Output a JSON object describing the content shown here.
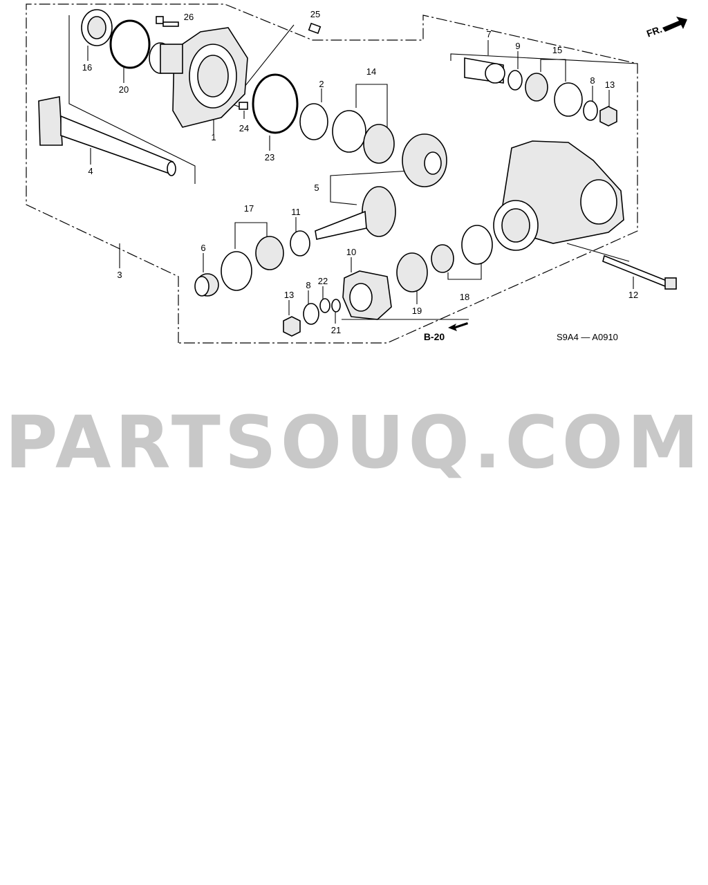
{
  "diagram": {
    "code": "S9A4 — A0910",
    "direction": "FR.",
    "reference": "B-20",
    "callouts": {
      "c1": "1",
      "c2": "2",
      "c3": "3",
      "c4": "4",
      "c5": "5",
      "c6": "6",
      "c7": "7",
      "c8a": "8",
      "c8b": "8",
      "c9": "9",
      "c10": "10",
      "c11": "11",
      "c12": "12",
      "c13a": "13",
      "c13b": "13",
      "c14": "14",
      "c15": "15",
      "c16": "16",
      "c17": "17",
      "c18": "18",
      "c19": "19",
      "c20": "20",
      "c21": "21",
      "c22": "22",
      "c23": "23",
      "c24": "24",
      "c25": "25",
      "c26": "26"
    }
  },
  "watermark": "PARTSOUQ.COM"
}
